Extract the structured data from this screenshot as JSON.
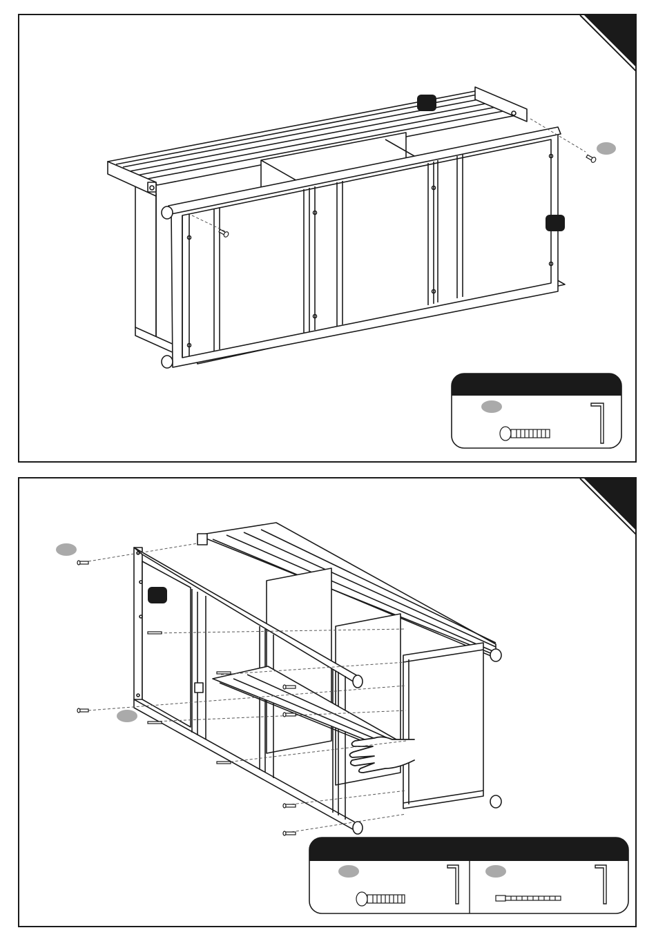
{
  "steps": [
    {
      "callouts": [
        "",
        "",
        ""
      ],
      "parts_box": {
        "header": "",
        "items": [
          {
            "label": "",
            "part": "bolt",
            "tool": "allen-key"
          }
        ]
      }
    },
    {
      "callouts": [
        "",
        "",
        ""
      ],
      "parts_box": {
        "header": "",
        "items": [
          {
            "label": "",
            "part": "bolt",
            "tool": "allen-key"
          },
          {
            "label": "",
            "part": "long-screw",
            "tool": "allen-key"
          }
        ]
      }
    }
  ],
  "icons": [
    "step-corner-tab",
    "hand-press-icon",
    "bolt-icon",
    "long-screw-icon",
    "allen-key-icon"
  ]
}
